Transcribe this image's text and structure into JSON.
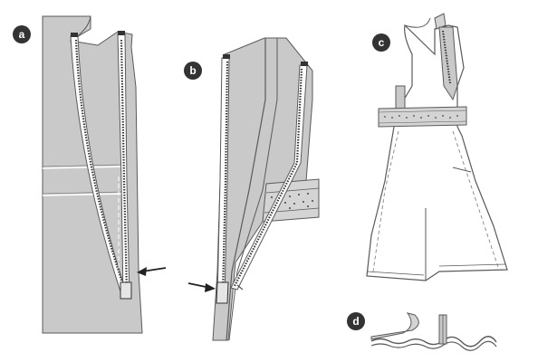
{
  "panels": [
    {
      "label": "a"
    },
    {
      "label": "b"
    },
    {
      "label": "c"
    },
    {
      "label": "d"
    }
  ],
  "colors": {
    "fabric": "#c9c9c9",
    "outline": "#5a5a5a",
    "dark_line": "#3b3b3b",
    "badge": "#333333",
    "background": "#ffffff",
    "band": "#d4d4d4"
  }
}
